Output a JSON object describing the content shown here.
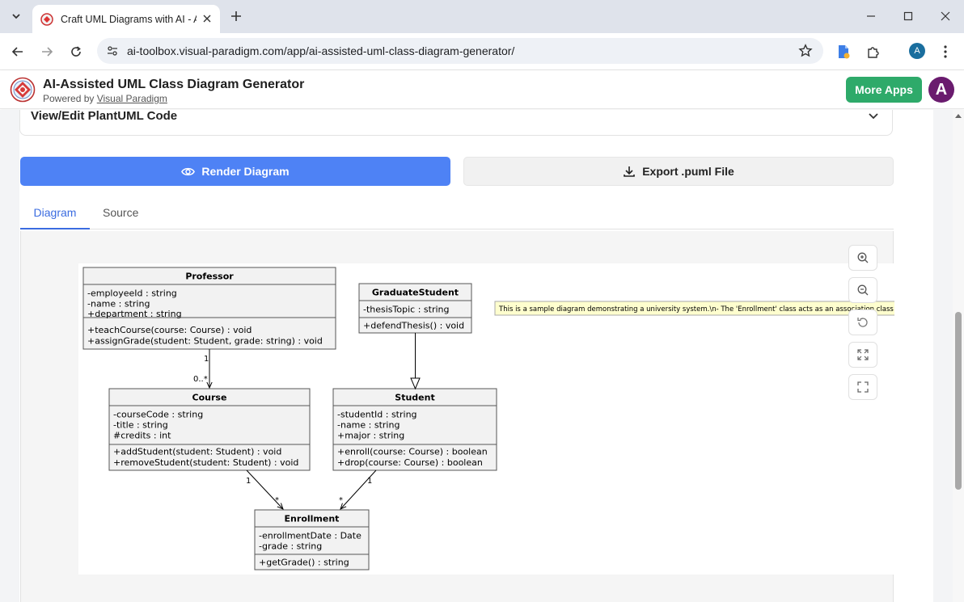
{
  "browser": {
    "tab_title": "Craft UML Diagrams with AI - A",
    "url": "ai-toolbox.visual-paradigm.com/app/ai-assisted-uml-class-diagram-generator/",
    "profile_initial": "A"
  },
  "app": {
    "title": "AI-Assisted UML Class Diagram Generator",
    "powered_prefix": "Powered by",
    "powered_link": "Visual Paradigm",
    "more_apps": "More Apps",
    "avatar_initial": "A"
  },
  "accordion": {
    "title": "View/Edit PlantUML Code"
  },
  "buttons": {
    "render": "Render Diagram",
    "export": "Export .puml File"
  },
  "tabs": [
    {
      "label": "Diagram"
    },
    {
      "label": "Source"
    }
  ],
  "diagram": {
    "classes": {
      "professor": {
        "name": "Professor",
        "attributes": [
          "-employeeId : string",
          "-name : string",
          "+department : string"
        ],
        "methods": [
          "+teachCourse(course: Course) : void",
          "+assignGrade(student: Student, grade: string) : void"
        ]
      },
      "graduate_student": {
        "name": "GraduateStudent",
        "attributes": [
          "-thesisTopic : string"
        ],
        "methods": [
          "+defendThesis() : void"
        ]
      },
      "course": {
        "name": "Course",
        "attributes": [
          "-courseCode : string",
          "-title : string",
          "#credits : int"
        ],
        "methods": [
          "+addStudent(student: Student) : void",
          "+removeStudent(student: Student) : void"
        ]
      },
      "student": {
        "name": "Student",
        "attributes": [
          "-studentId : string",
          "-name : string",
          "+major : string"
        ],
        "methods": [
          "+enroll(course: Course) : boolean",
          "+drop(course: Course) : boolean"
        ]
      },
      "enrollment": {
        "name": "Enrollment",
        "attributes": [
          "-enrollmentDate : Date",
          "-grade : string"
        ],
        "methods": [
          "+getGrade() : string"
        ]
      }
    },
    "multiplicities": {
      "prof_course_src": "1",
      "prof_course_dst": "0..*",
      "course_enroll_src": "1",
      "course_enroll_dst": "*",
      "student_enroll_src": "1",
      "student_enroll_dst": "*"
    },
    "note": "This is a sample diagram demonstrating a university system.\\n- The 'Enrollment' class acts as an association class bet"
  },
  "icons": {
    "zoom_in": "zoom-in-icon",
    "zoom_out": "zoom-out-icon",
    "reset": "reset-icon",
    "fit": "fit-icon",
    "fullscreen": "fullscreen-icon"
  },
  "colors": {
    "primary": "#4e82f5",
    "success": "#2eaa6a",
    "avatar": "#6a1b6e",
    "tab_active": "#3b6ce0"
  }
}
